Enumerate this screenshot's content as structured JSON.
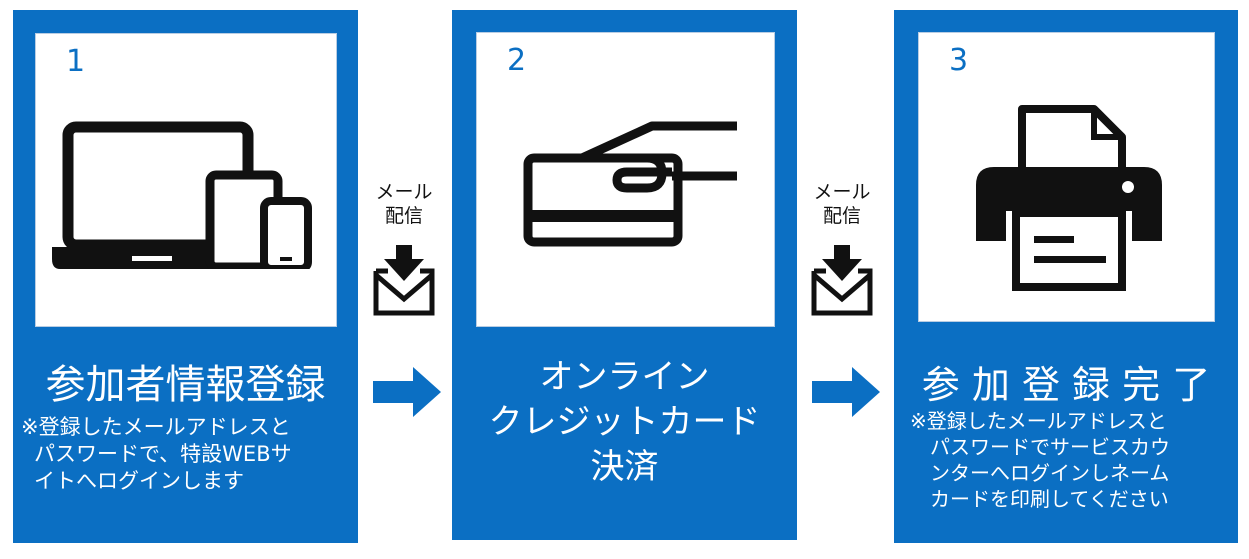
{
  "colors": {
    "panel_blue": "#0b6fc3",
    "icon_black": "#111111"
  },
  "steps": [
    {
      "number": "1",
      "icon": "devices-icon",
      "title_lines": [
        "参加者情報登録"
      ],
      "note_lines": [
        "※登録したメールアドレスと",
        "パスワードで、特設WEBサ",
        "イトへログインします"
      ]
    },
    {
      "number": "2",
      "icon": "credit-card-hand-icon",
      "title_lines": [
        "オンライン",
        "クレジットカード",
        "決済"
      ],
      "note_lines": []
    },
    {
      "number": "3",
      "icon": "printer-icon",
      "title_lines": [
        "参 加 登 録 完 了"
      ],
      "note_lines": [
        "※登録したメールアドレスと",
        "パスワードでサービスカウ",
        "ンターへログインしネーム",
        "カードを印刷してください"
      ]
    }
  ],
  "connectors": [
    {
      "label_lines": [
        "メール",
        "配信"
      ],
      "icon": "mail-download-icon"
    },
    {
      "label_lines": [
        "メール",
        "配信"
      ],
      "icon": "mail-download-icon"
    }
  ]
}
